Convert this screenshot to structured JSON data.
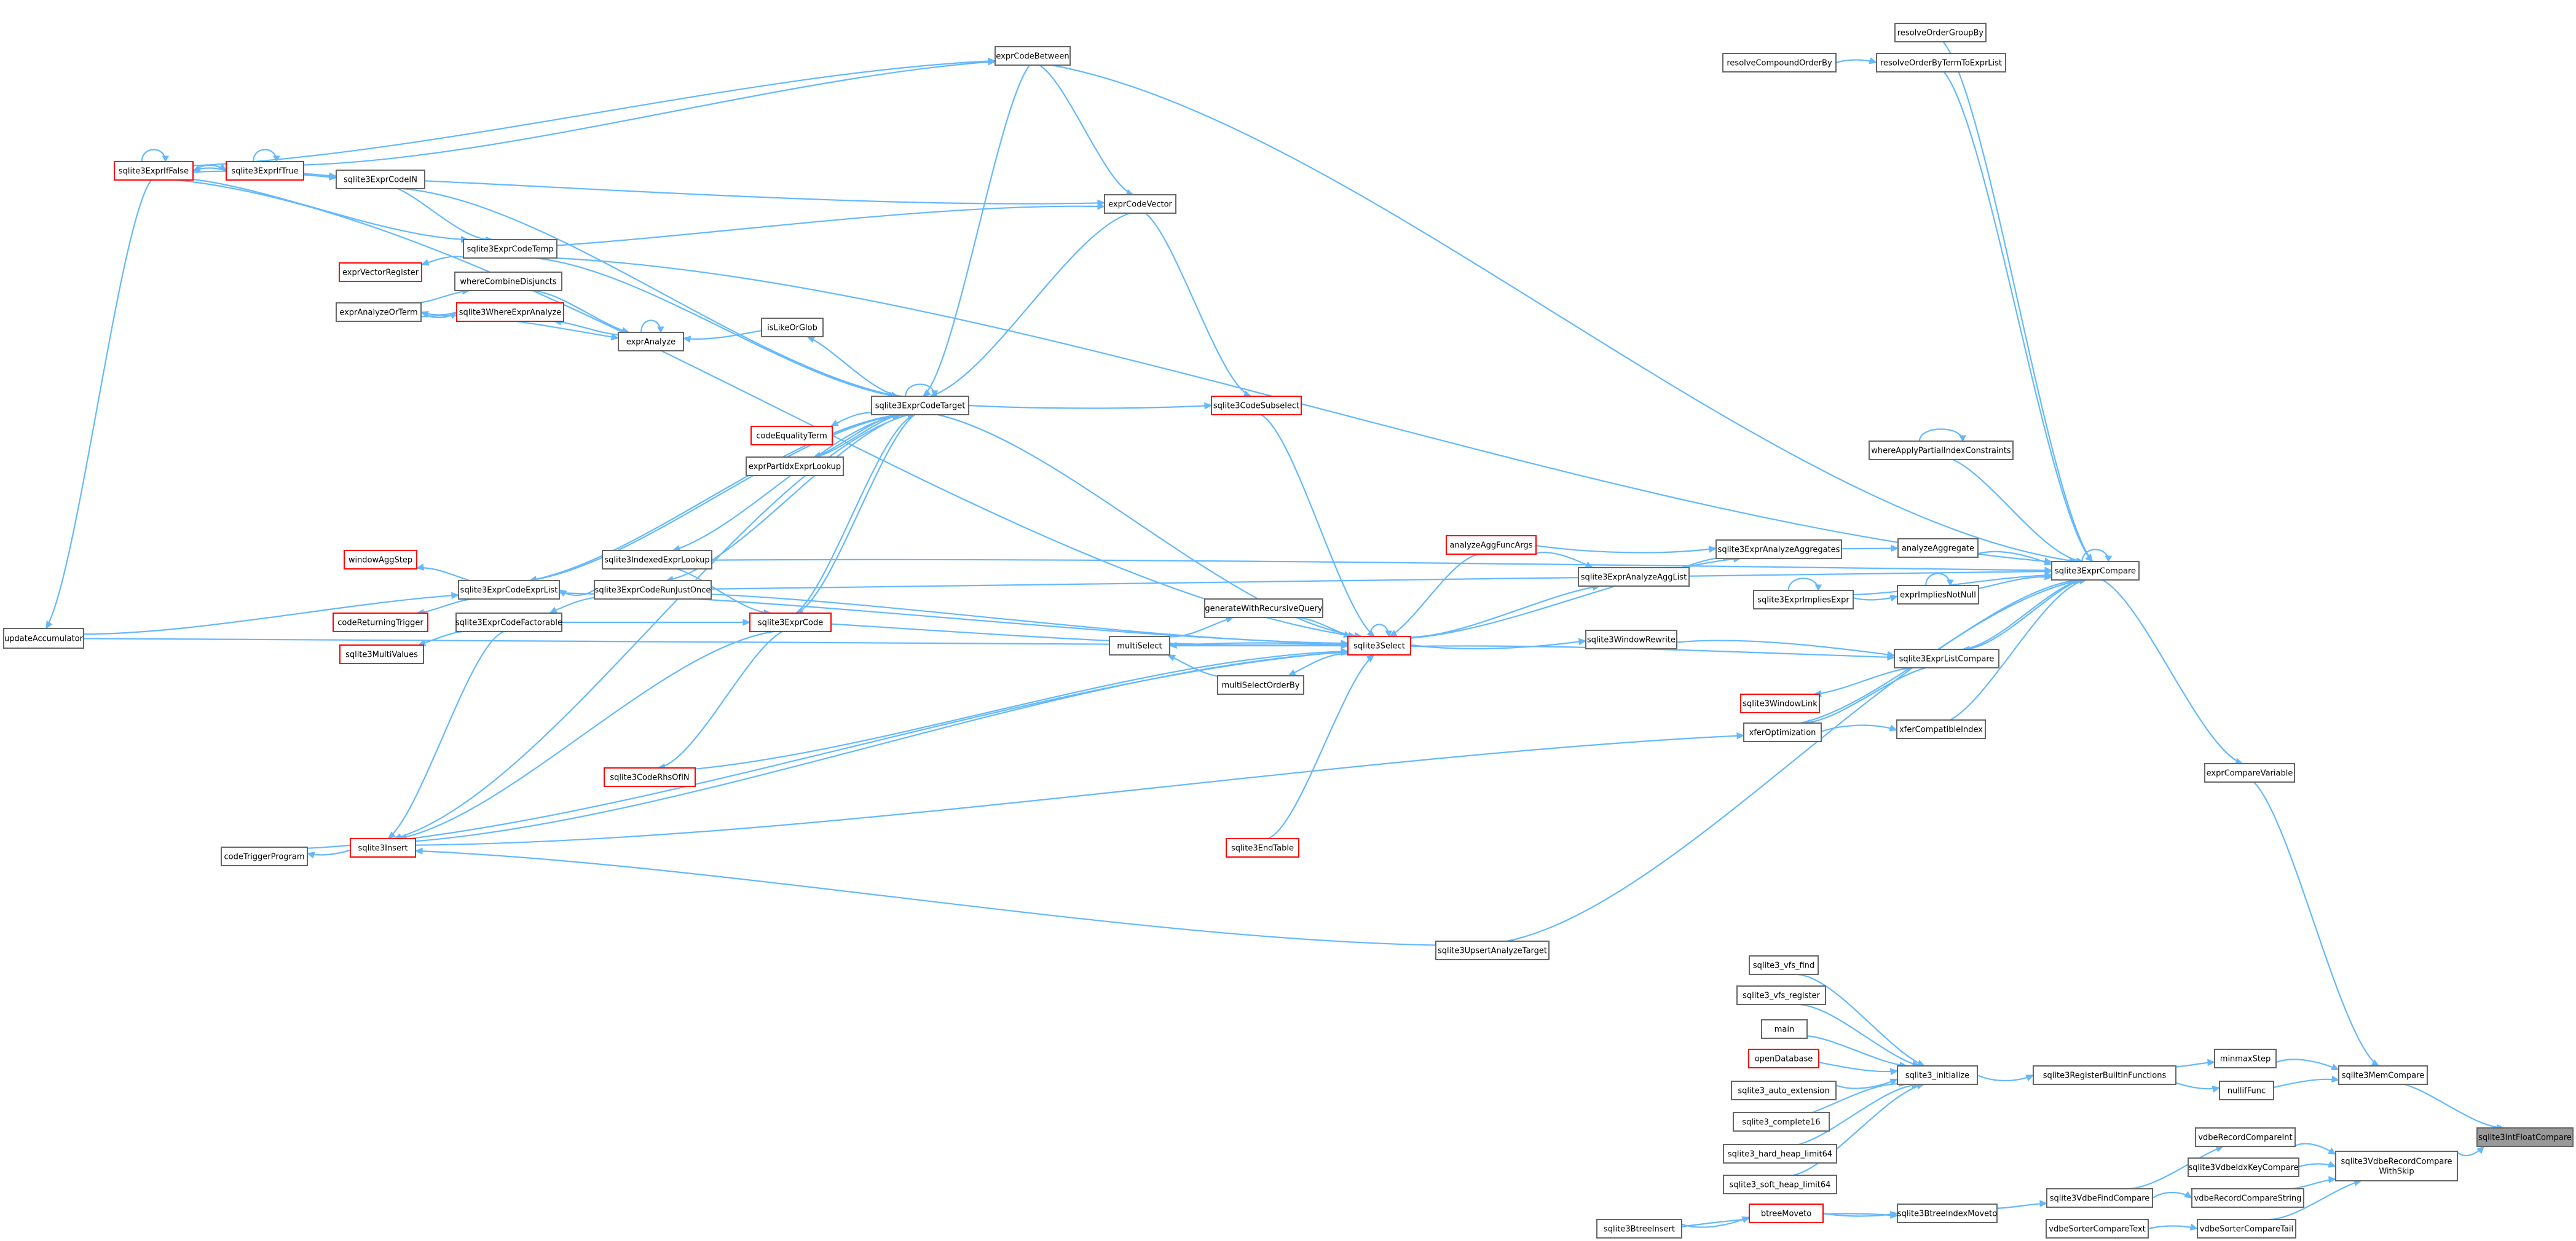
{
  "graph": {
    "focus_node": "sqlite3IntFloatCompare",
    "colors": {
      "edge": "#63b8ff",
      "node_border": "#666666",
      "truncated_border": "#ff0000",
      "focus_fill": "#999999"
    },
    "nodes": [
      {
        "id": "n_updateAccumulator",
        "label": "updateAccumulator"
      },
      {
        "id": "n_exprIfFalse",
        "label": "sqlite3ExprIfFalse",
        "truncated": true
      },
      {
        "id": "n_exprIfTrue",
        "label": "sqlite3ExprIfTrue",
        "truncated": true
      },
      {
        "id": "n_exprCodeIN",
        "label": "sqlite3ExprCodeIN"
      },
      {
        "id": "n_exprCodeTemp",
        "label": "sqlite3ExprCodeTemp"
      },
      {
        "id": "n_exprVectorRegister",
        "label": "exprVectorRegister",
        "truncated": true
      },
      {
        "id": "n_whereCombineDisjuncts",
        "label": "whereCombineDisjuncts"
      },
      {
        "id": "n_exprAnalyzeOrTerm",
        "label": "exprAnalyzeOrTerm"
      },
      {
        "id": "n_whereExprAnalyze",
        "label": "sqlite3WhereExprAnalyze",
        "truncated": true
      },
      {
        "id": "n_exprAnalyze",
        "label": "exprAnalyze"
      },
      {
        "id": "n_isLikeOrGlob",
        "label": "isLikeOrGlob"
      },
      {
        "id": "n_exprCodeBetween",
        "label": "exprCodeBetween"
      },
      {
        "id": "n_exprCodeVector",
        "label": "exprCodeVector"
      },
      {
        "id": "n_exprCodeTarget",
        "label": "sqlite3ExprCodeTarget"
      },
      {
        "id": "n_codeEqualityTerm",
        "label": "codeEqualityTerm",
        "truncated": true
      },
      {
        "id": "n_exprPartidxExprLookup",
        "label": "exprPartidxExprLookup"
      },
      {
        "id": "n_codeSubselect",
        "label": "sqlite3CodeSubselect",
        "truncated": true
      },
      {
        "id": "n_indexedExprLookup",
        "label": "sqlite3IndexedExprLookup"
      },
      {
        "id": "n_windowAggStep",
        "label": "windowAggStep",
        "truncated": true
      },
      {
        "id": "n_exprCodeExprList",
        "label": "sqlite3ExprCodeExprList"
      },
      {
        "id": "n_exprCodeRunJustOnce",
        "label": "sqlite3ExprCodeRunJustOnce"
      },
      {
        "id": "n_codeReturningTrigger",
        "label": "codeReturningTrigger",
        "truncated": true
      },
      {
        "id": "n_exprCodeFactorable",
        "label": "sqlite3ExprCodeFactorable"
      },
      {
        "id": "n_exprCode",
        "label": "sqlite3ExprCode",
        "truncated": true
      },
      {
        "id": "n_multiValues",
        "label": "sqlite3MultiValues",
        "truncated": true
      },
      {
        "id": "n_codeRhsOfIN",
        "label": "sqlite3CodeRhsOfIN",
        "truncated": true
      },
      {
        "id": "n_codeTriggerProgram",
        "label": "codeTriggerProgram"
      },
      {
        "id": "n_insert",
        "label": "sqlite3Insert",
        "truncated": true
      },
      {
        "id": "n_analyzeAggFuncArgs",
        "label": "analyzeAggFuncArgs",
        "truncated": true
      },
      {
        "id": "n_generateWithRecursiveQuery",
        "label": "generateWithRecursiveQuery"
      },
      {
        "id": "n_multiSelect",
        "label": "multiSelect"
      },
      {
        "id": "n_multiSelectOrderBy",
        "label": "multiSelectOrderBy"
      },
      {
        "id": "n_select",
        "label": "sqlite3Select",
        "truncated": true
      },
      {
        "id": "n_endTable",
        "label": "sqlite3EndTable",
        "truncated": true
      },
      {
        "id": "n_upsertAnalyzeTarget",
        "label": "sqlite3UpsertAnalyzeTarget"
      },
      {
        "id": "n_exprAnalyzeAggregates",
        "label": "sqlite3ExprAnalyzeAggregates"
      },
      {
        "id": "n_exprAnalyzeAggList",
        "label": "sqlite3ExprAnalyzeAggList"
      },
      {
        "id": "n_exprImpliesExpr",
        "label": "sqlite3ExprImpliesExpr"
      },
      {
        "id": "n_windowRewrite",
        "label": "sqlite3WindowRewrite"
      },
      {
        "id": "n_windowLink",
        "label": "sqlite3WindowLink",
        "truncated": true
      },
      {
        "id": "n_xferOptimization",
        "label": "xferOptimization"
      },
      {
        "id": "n_resolveCompoundOrderBy",
        "label": "resolveCompoundOrderBy"
      },
      {
        "id": "n_resolveOrderGroupBy",
        "label": "resolveOrderGroupBy"
      },
      {
        "id": "n_resolveOrderByTermToExprList",
        "label": "resolveOrderByTermToExprList"
      },
      {
        "id": "n_whereApplyPartialIndexConstraints",
        "label": "whereApplyPartialIndexConstraints"
      },
      {
        "id": "n_analyzeAggregate",
        "label": "analyzeAggregate"
      },
      {
        "id": "n_exprImpliesNotNull",
        "label": "exprImpliesNotNull"
      },
      {
        "id": "n_exprListCompare",
        "label": "sqlite3ExprListCompare"
      },
      {
        "id": "n_xferCompatibleIndex",
        "label": "xferCompatibleIndex"
      },
      {
        "id": "n_exprCompare",
        "label": "sqlite3ExprCompare"
      },
      {
        "id": "n_exprCompareVariable",
        "label": "exprCompareVariable"
      },
      {
        "id": "n_vfs_find",
        "label": "sqlite3_vfs_find"
      },
      {
        "id": "n_vfs_register",
        "label": "sqlite3_vfs_register"
      },
      {
        "id": "n_main",
        "label": "main"
      },
      {
        "id": "n_openDatabase",
        "label": "openDatabase",
        "truncated": true
      },
      {
        "id": "n_auto_extension",
        "label": "sqlite3_auto_extension"
      },
      {
        "id": "n_complete16",
        "label": "sqlite3_complete16"
      },
      {
        "id": "n_hard_heap_limit64",
        "label": "sqlite3_hard_heap_limit64"
      },
      {
        "id": "n_soft_heap_limit64",
        "label": "sqlite3_soft_heap_limit64"
      },
      {
        "id": "n_initialize",
        "label": "sqlite3_initialize"
      },
      {
        "id": "n_registerBuiltinFunctions",
        "label": "sqlite3RegisterBuiltinFunctions"
      },
      {
        "id": "n_minmaxStep",
        "label": "minmaxStep"
      },
      {
        "id": "n_nullifFunc",
        "label": "nullifFunc"
      },
      {
        "id": "n_memCompare",
        "label": "sqlite3MemCompare"
      },
      {
        "id": "n_intFloatCompare",
        "label": "sqlite3IntFloatCompare",
        "focus": true
      },
      {
        "id": "n_vdbeRecordCompareInt",
        "label": "vdbeRecordCompareInt"
      },
      {
        "id": "n_vdbeIdxKeyCompare",
        "label": "sqlite3VdbeIdxKeyCompare"
      },
      {
        "id": "n_vdbeRecordCompareString",
        "label": "vdbeRecordCompareString"
      },
      {
        "id": "n_vdbeFindCompare",
        "label": "sqlite3VdbeFindCompare"
      },
      {
        "id": "n_vdbeRecordCompareWithSkip",
        "label": "sqlite3VdbeRecordCompare\nWithSkip"
      },
      {
        "id": "n_vdbeSorterCompareText",
        "label": "vdbeSorterCompareText"
      },
      {
        "id": "n_vdbeSorterCompareTail",
        "label": "vdbeSorterCompareTail"
      },
      {
        "id": "n_btreeInsert",
        "label": "sqlite3BtreeInsert"
      },
      {
        "id": "n_btreeMoveto",
        "label": "btreeMoveto",
        "truncated": true
      },
      {
        "id": "n_btreeIndexMoveto",
        "label": "sqlite3BtreeIndexMoveto"
      }
    ]
  }
}
